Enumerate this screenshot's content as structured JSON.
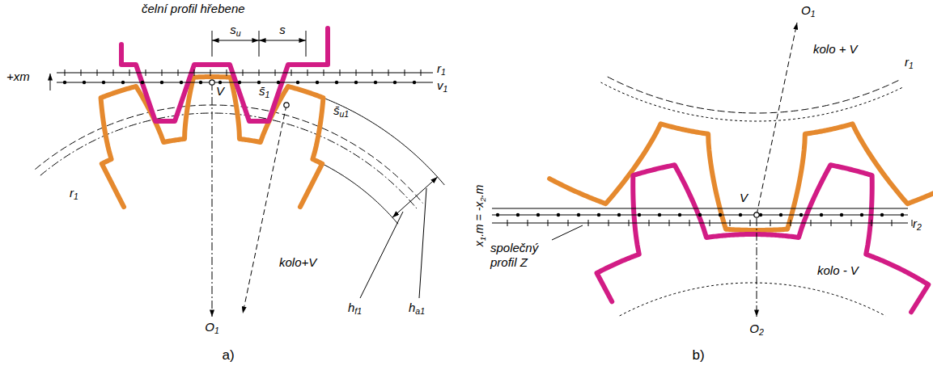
{
  "diagram": {
    "labels": [
      "čelní profil hřebene",
      "su",
      "s",
      "+xm",
      "V",
      "r1",
      "v1",
      "s̄1",
      "s̄u1",
      "O1",
      "kolo+V",
      "hf1",
      "ha1",
      "r1",
      "a)",
      "O1",
      "kolo + V",
      "r1",
      "x1.m = -x2.m",
      "společný profil Z",
      "V",
      "r2",
      "kolo - V",
      "O2",
      "b)"
    ]
  }
}
